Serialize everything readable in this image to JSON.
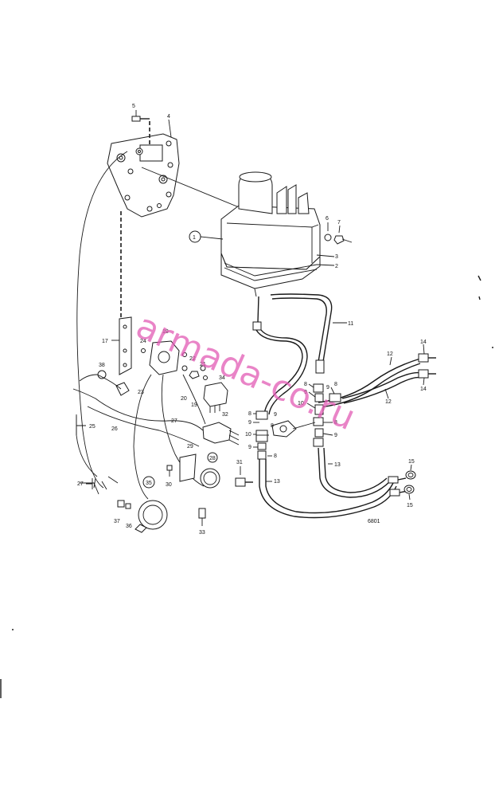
{
  "diagram": {
    "callouts": [
      {
        "id": "c5",
        "text": "5"
      },
      {
        "id": "c4",
        "text": "4"
      },
      {
        "id": "c1",
        "text": "1"
      },
      {
        "id": "c6",
        "text": "6"
      },
      {
        "id": "c7",
        "text": "7"
      },
      {
        "id": "c3",
        "text": "3"
      },
      {
        "id": "c2",
        "text": "2"
      },
      {
        "id": "c11",
        "text": "11"
      },
      {
        "id": "c12a",
        "text": "12"
      },
      {
        "id": "c12b",
        "text": "12"
      },
      {
        "id": "c14a",
        "text": "14"
      },
      {
        "id": "c14b",
        "text": "14"
      },
      {
        "id": "c17",
        "text": "17"
      },
      {
        "id": "c18",
        "text": "18"
      },
      {
        "id": "c24",
        "text": "24"
      },
      {
        "id": "c22",
        "text": "22"
      },
      {
        "id": "c21",
        "text": "21"
      },
      {
        "id": "c20",
        "text": "20"
      },
      {
        "id": "c19",
        "text": "19"
      },
      {
        "id": "c34",
        "text": "34"
      },
      {
        "id": "c38",
        "text": "38"
      },
      {
        "id": "c23",
        "text": "23"
      },
      {
        "id": "c25",
        "text": "25"
      },
      {
        "id": "c26",
        "text": "26"
      },
      {
        "id": "c27a",
        "text": "27"
      },
      {
        "id": "c27b",
        "text": "27"
      },
      {
        "id": "c32",
        "text": "32"
      },
      {
        "id": "c29",
        "text": "29"
      },
      {
        "id": "c28",
        "text": "28"
      },
      {
        "id": "c30",
        "text": "30"
      },
      {
        "id": "c31",
        "text": "31"
      },
      {
        "id": "c35",
        "text": "35"
      },
      {
        "id": "c37",
        "text": "37"
      },
      {
        "id": "c36",
        "text": "36"
      },
      {
        "id": "c33",
        "text": "33"
      },
      {
        "id": "c8a",
        "text": "8"
      },
      {
        "id": "c9a",
        "text": "9"
      },
      {
        "id": "c10a",
        "text": "10"
      },
      {
        "id": "c9b",
        "text": "9"
      },
      {
        "id": "c8b",
        "text": "8"
      },
      {
        "id": "c8c",
        "text": "8"
      },
      {
        "id": "c9c",
        "text": "9"
      },
      {
        "id": "c10b",
        "text": "10"
      },
      {
        "id": "c8d",
        "text": "8"
      },
      {
        "id": "c9d",
        "text": "9"
      },
      {
        "id": "c9e",
        "text": "9"
      },
      {
        "id": "c8e",
        "text": "8"
      },
      {
        "id": "c9f",
        "text": "9"
      },
      {
        "id": "c8f",
        "text": "8"
      },
      {
        "id": "c13a",
        "text": "13"
      },
      {
        "id": "c13b",
        "text": "13"
      },
      {
        "id": "c15a",
        "text": "15"
      },
      {
        "id": "c15b",
        "text": "15"
      }
    ],
    "drawing_ref": "6801",
    "watermark": "armada-co.ru"
  }
}
